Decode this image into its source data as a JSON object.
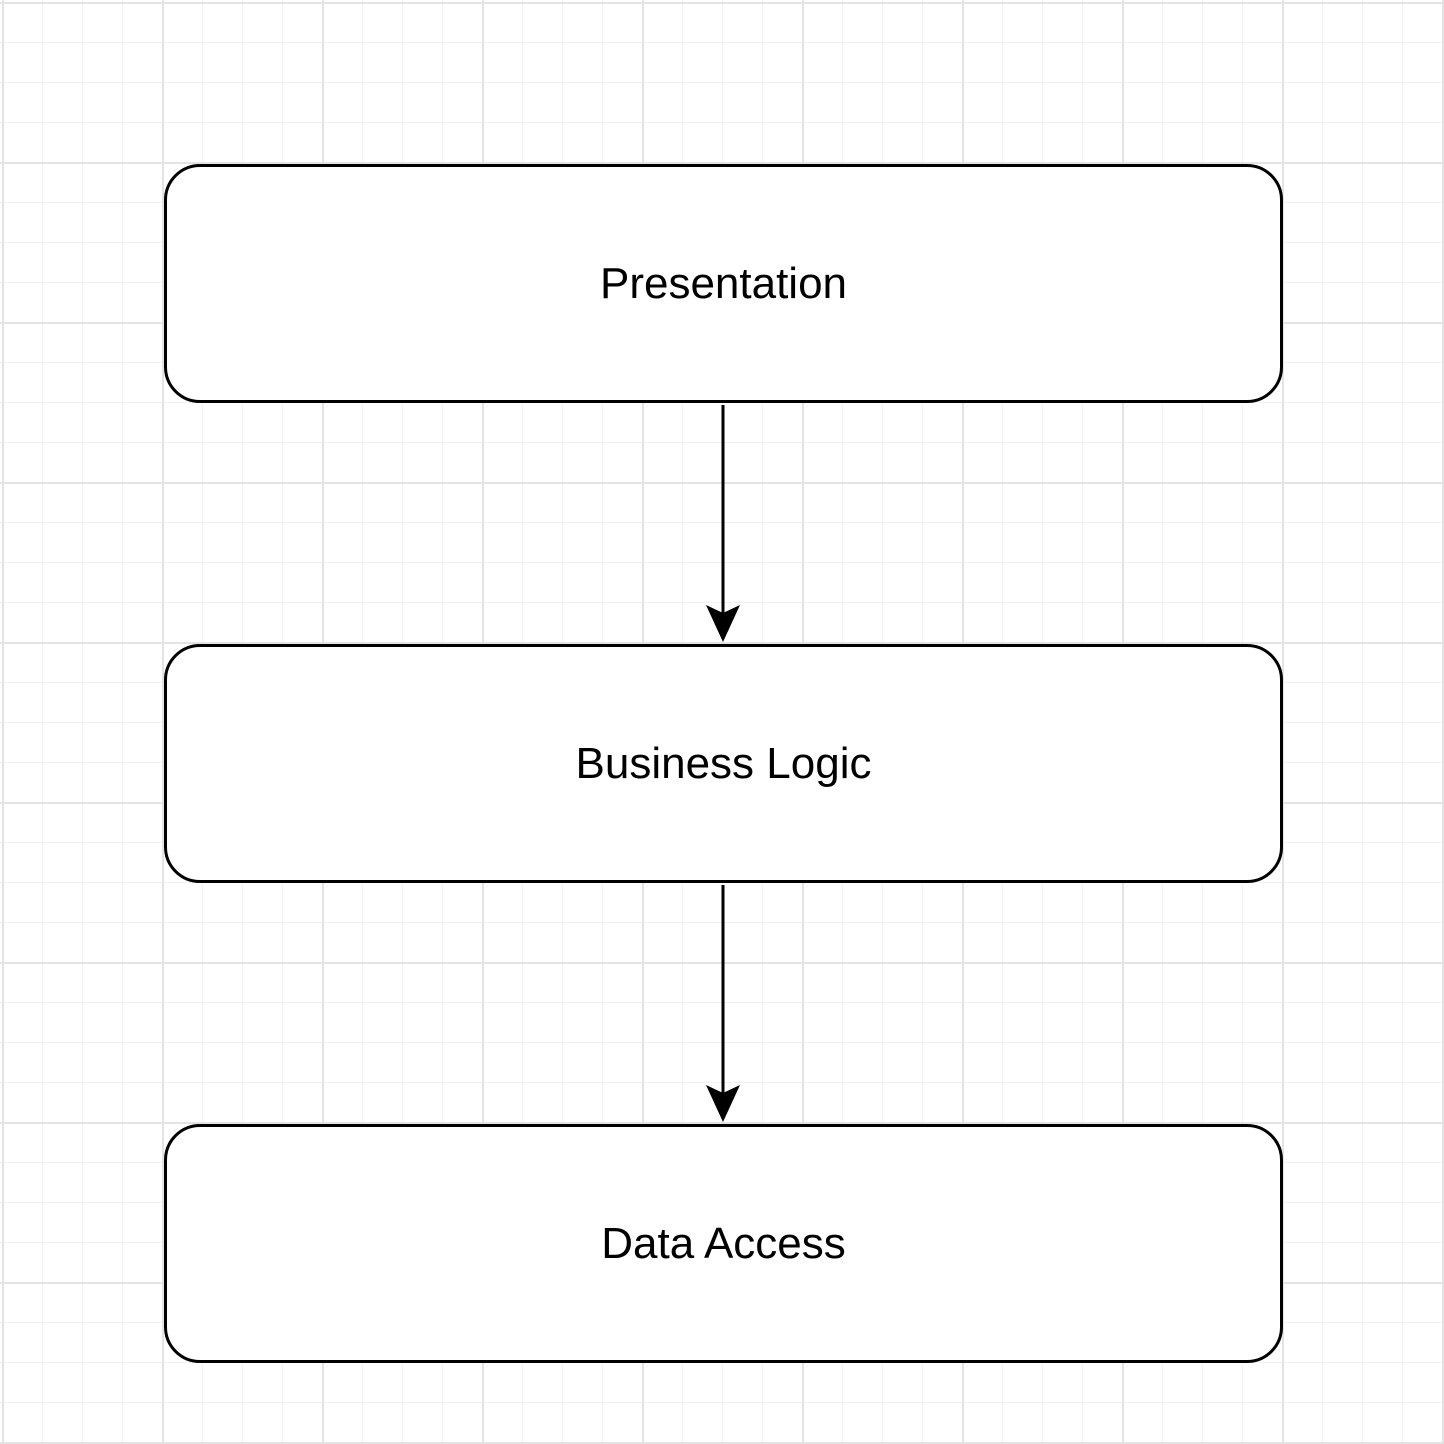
{
  "diagram": {
    "nodes": [
      {
        "id": "presentation",
        "label": "Presentation"
      },
      {
        "id": "business-logic",
        "label": "Business Logic"
      },
      {
        "id": "data-access",
        "label": "Data Access"
      }
    ],
    "edges": [
      {
        "from": "presentation",
        "to": "business-logic"
      },
      {
        "from": "business-logic",
        "to": "data-access"
      }
    ],
    "colors": {
      "stroke": "#000000",
      "fill": "#ffffff",
      "grid": "#e3e3e3"
    }
  }
}
